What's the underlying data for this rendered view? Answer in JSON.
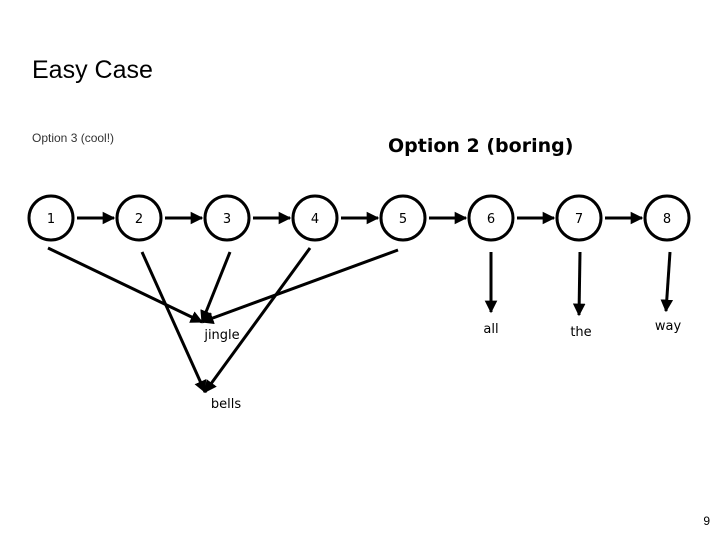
{
  "title": "Easy Case",
  "option3_label": "Option 3 (cool!)",
  "option2_label": "Option 2 (boring)",
  "page_number": "9",
  "nodes": [
    "1",
    "2",
    "3",
    "4",
    "5",
    "6",
    "7",
    "8"
  ],
  "words": [
    "jingle",
    "bells",
    "all",
    "the",
    "way"
  ],
  "edges": [
    {
      "from": "1",
      "to": "2"
    },
    {
      "from": "2",
      "to": "3"
    },
    {
      "from": "3",
      "to": "4"
    },
    {
      "from": "4",
      "to": "5"
    },
    {
      "from": "5",
      "to": "6"
    },
    {
      "from": "6",
      "to": "7"
    },
    {
      "from": "7",
      "to": "8"
    },
    {
      "from": "1",
      "to": "jingle"
    },
    {
      "from": "3",
      "to": "jingle"
    },
    {
      "from": "5",
      "to": "jingle"
    },
    {
      "from": "2",
      "to": "bells"
    },
    {
      "from": "4",
      "to": "bells"
    },
    {
      "from": "6",
      "to": "all"
    },
    {
      "from": "7",
      "to": "the"
    },
    {
      "from": "8",
      "to": "way"
    }
  ]
}
